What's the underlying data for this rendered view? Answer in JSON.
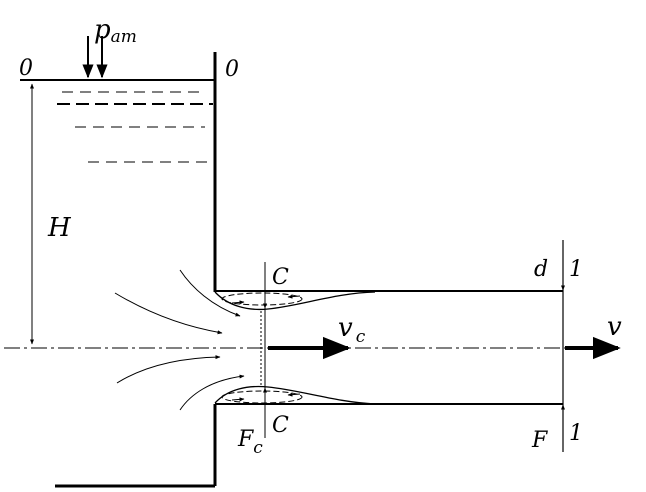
{
  "labels": {
    "pressure": "p",
    "pressure_sub": "ат",
    "section_0_left": "0",
    "section_0_right": "0",
    "head": "H",
    "section_c_top": "C",
    "section_c_bottom": "C",
    "area_c": "F",
    "area_c_sub": "c",
    "velocity_c": "v",
    "velocity_c_sub": "c",
    "velocity": "v",
    "diameter": "d",
    "section_1_top": "1",
    "section_1_bottom": "1",
    "area": "F"
  },
  "colors": {
    "stroke": "#000000",
    "background": "#ffffff"
  }
}
